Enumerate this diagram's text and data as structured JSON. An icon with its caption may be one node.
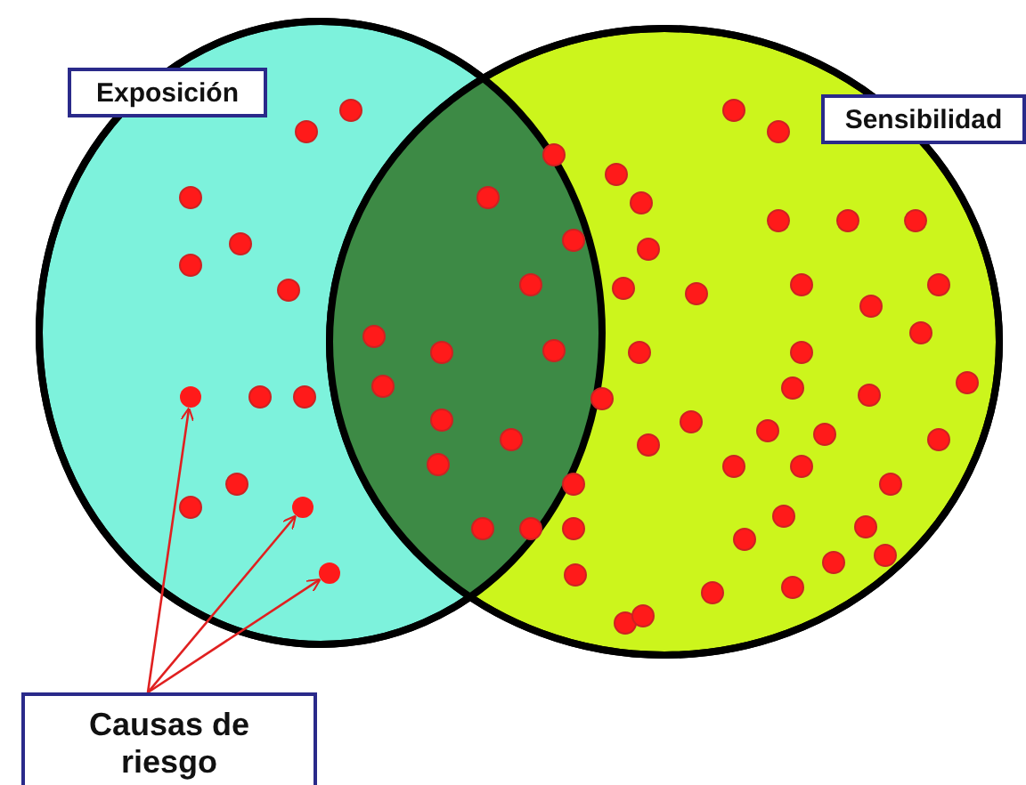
{
  "diagram": {
    "nodes": [
      {
        "text": [
          "Exposición"
        ]
      },
      {
        "text": [
          "Sensibilidad"
        ]
      },
      {
        "text": [
          "Causas de riesgo"
        ]
      },
      {
        "text": [],
        "shape": "circle"
      },
      {
        "text": [],
        "shape": "circle"
      },
      {
        "text": [],
        "shape": "circle"
      }
    ],
    "edges": [
      {
        "from": 2,
        "to": 3,
        "arrow": "to",
        "color": "#e02020"
      },
      {
        "from": 2,
        "to": 4,
        "arrow": "to",
        "color": "#e02020"
      },
      {
        "from": 2,
        "to": 5,
        "arrow": "to",
        "color": "#e02020"
      }
    ]
  }
}
